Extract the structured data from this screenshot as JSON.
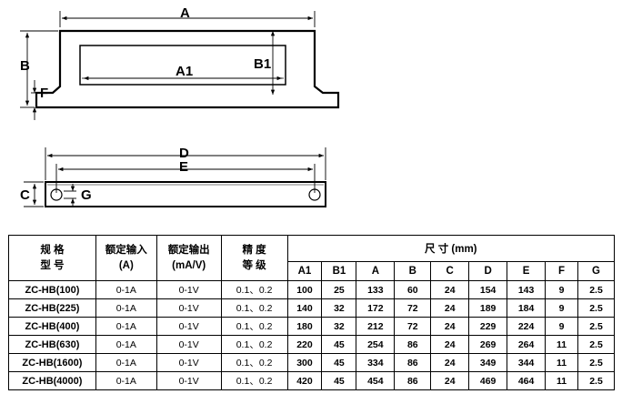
{
  "drawing": {
    "labels": {
      "A": "A",
      "A1": "A1",
      "B": "B",
      "B1": "B1",
      "F": "F",
      "D": "D",
      "E": "E",
      "C": "C",
      "G": "G"
    }
  },
  "table": {
    "spec_top": "规 格",
    "spec_bottom": "型 号",
    "input_top": "额定输入",
    "input_bottom": "(A)",
    "output_top": "额定输出",
    "output_bottom": "(mA/V)",
    "accuracy_top": "精 度",
    "accuracy_bottom": "等 级",
    "dims_header": "尺 寸 (mm)",
    "dim_columns": [
      "A1",
      "B1",
      "A",
      "B",
      "C",
      "D",
      "E",
      "F",
      "G"
    ],
    "rows": [
      {
        "model": "ZC-HB(100)",
        "input": "0-1A",
        "output": "0-1V",
        "accuracy": "0.1、0.2",
        "dims": [
          "100",
          "25",
          "133",
          "60",
          "24",
          "154",
          "143",
          "9",
          "2.5"
        ]
      },
      {
        "model": "ZC-HB(225)",
        "input": "0-1A",
        "output": "0-1V",
        "accuracy": "0.1、0.2",
        "dims": [
          "140",
          "32",
          "172",
          "72",
          "24",
          "189",
          "184",
          "9",
          "2.5"
        ]
      },
      {
        "model": "ZC-HB(400)",
        "input": "0-1A",
        "output": "0-1V",
        "accuracy": "0.1、0.2",
        "dims": [
          "180",
          "32",
          "212",
          "72",
          "24",
          "229",
          "224",
          "9",
          "2.5"
        ]
      },
      {
        "model": "ZC-HB(630)",
        "input": "0-1A",
        "output": "0-1V",
        "accuracy": "0.1、0.2",
        "dims": [
          "220",
          "45",
          "254",
          "86",
          "24",
          "269",
          "264",
          "11",
          "2.5"
        ]
      },
      {
        "model": "ZC-HB(1600)",
        "input": "0-1A",
        "output": "0-1V",
        "accuracy": "0.1、0.2",
        "dims": [
          "300",
          "45",
          "334",
          "86",
          "24",
          "349",
          "344",
          "11",
          "2.5"
        ]
      },
      {
        "model": "ZC-HB(4000)",
        "input": "0-1A",
        "output": "0-1V",
        "accuracy": "0.1、0.2",
        "dims": [
          "420",
          "45",
          "454",
          "86",
          "24",
          "469",
          "464",
          "11",
          "2.5"
        ]
      }
    ]
  }
}
